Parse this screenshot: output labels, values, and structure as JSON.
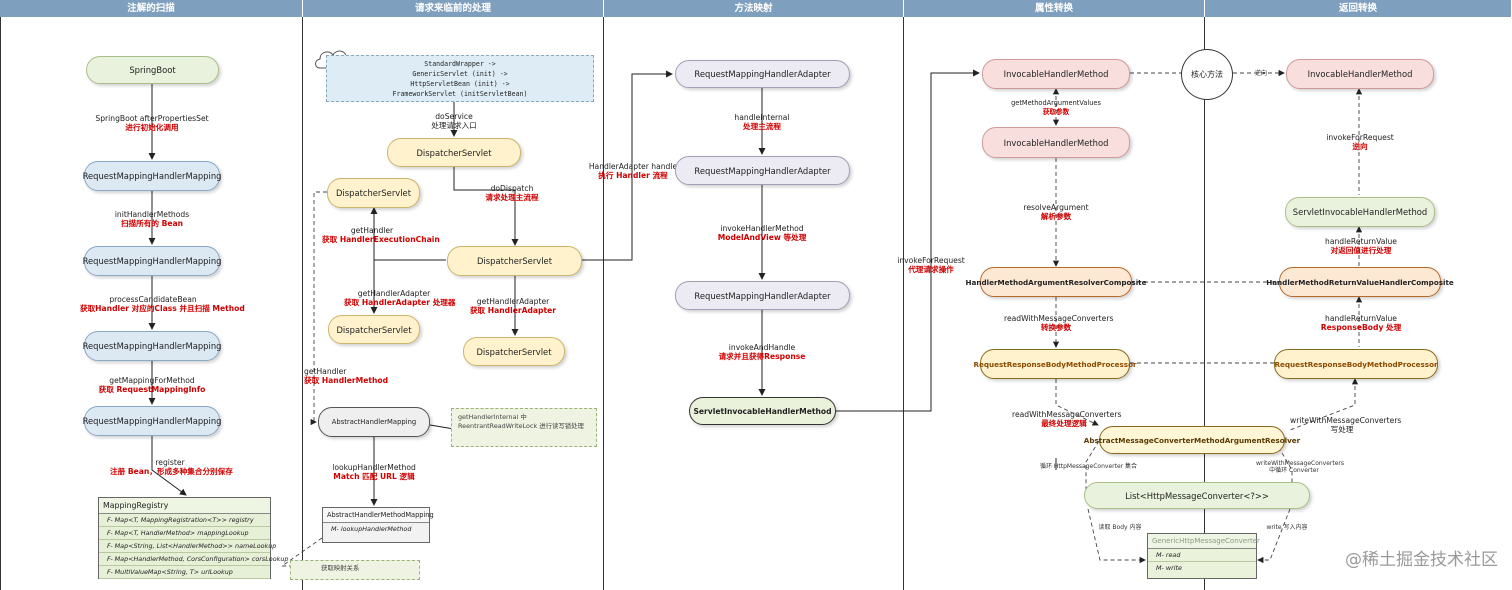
{
  "lanes": [
    "注解的扫描",
    "请求来临前的处理",
    "方法映射",
    "属性转换",
    "返回转换"
  ],
  "lane1": {
    "n_springboot": "SpringBoot",
    "l1a": "SpringBoot afterPropertiesSet",
    "l1b": "进行初始化调用",
    "n_rmhm1": "RequestMappingHandlerMapping",
    "l2a": "initHandlerMethods",
    "l2b": "扫描所有的 Bean",
    "n_rmhm2": "RequestMappingHandlerMapping",
    "l3a": "processCandidateBean",
    "l3b": "获取Handler 对应的Class 并且扫描 Method",
    "n_rmhm3": "RequestMappingHandlerMapping",
    "l4a": "getMappingForMethod",
    "l4b": "获取 RequestMappingInfo",
    "n_rmhm4": "RequestMappingHandlerMapping",
    "l5a": "register",
    "l5b": "注册 Bean，形成多种集合分别保存",
    "registry_title": "MappingRegistry",
    "registry_rows": [
      "F- Map<T, MappingRegistration<T>> registry",
      "F- Map<T, HandlerMethod> mappingLookup",
      "F- Map<String, List<HandlerMethod>> nameLookup",
      "F- Map<HandlerMethod, CorsConfiguration> corsLookup",
      "F- MultiValueMap<String, T> urlLookup"
    ]
  },
  "lane2": {
    "code": [
      "StandardWrapper ->",
      "GenericServlet (init) ->",
      "HttpServletBean (init) ->",
      "FrameworkServlet (initServletBean)"
    ],
    "l_doservice_a": "doService",
    "l_doservice_b": "处理请求入口",
    "n_ds_top": "DispatcherServlet",
    "n_ds_left": "DispatcherServlet",
    "l_dodispatch_a": "doDispatch",
    "l_dodispatch_b": "请求处理主流程",
    "l_gethandler_a": "getHandler",
    "l_gethandler_b": "获取 HandlerExecutionChain",
    "n_ds_mid": "DispatcherServlet",
    "l_gha_a": "getHandlerAdapter",
    "l_gha_b": "获取 HandlerAdapter 处理器",
    "l_gha2_a": "getHandlerAdapter",
    "l_gha2_b": "获取 HandlerAdapter",
    "n_ds_bl": "DispatcherServlet",
    "n_ds_br": "DispatcherServlet",
    "l_gh2_a": "getHandler",
    "l_gh2_b": "获取 HandlerMethod",
    "n_ahm": "AbstractHandlerMapping",
    "note": "getHandlerInternal 中 ReentrantReadWriteLock 进行读写锁处理",
    "l_lookup_a": "lookupHandlerMethod",
    "l_lookup_b": "Match 匹配 URL 逻辑",
    "ahmm_title": "AbstractHandlerMethodMapping",
    "ahmm_row": "M- lookupHandlerMethod",
    "note2": "获取映射关系"
  },
  "lane3": {
    "l_adapter_a": "HandlerAdapter handle",
    "l_adapter_b": "执行 Handler 流程",
    "n_rmha1": "RequestMappingHandlerAdapter",
    "l_hi_a": "handleInternal",
    "l_hi_b": "处理主流程",
    "n_rmha2": "RequestMappingHandlerAdapter",
    "l_ihm_a": "invokeHandlerMethod",
    "l_ihm_b": "ModelAndView 等处理",
    "n_rmha3": "RequestMappingHandlerAdapter",
    "l_iah_a": "invokeAndHandle",
    "l_iah_b": "请求并且获得Response",
    "n_sihm": "ServletInvocableHandlerMethod"
  },
  "lane4": {
    "l_ifr_a": "invokeForRequest",
    "l_ifr_b": "代理请求操作",
    "n_ihm1": "InvocableHandlerMethod",
    "l_gmav_a": "getMethodArgumentValues",
    "l_gmav_b": "获取参数",
    "n_ihm2": "InvocableHandlerMethod",
    "l_ra_a": "resolveArgument",
    "l_ra_b": "解析参数",
    "n_hmarc": "HandlerMethodArgumentResolverComposite",
    "l_rwmc_a": "readWithMessageConverters",
    "l_rwmc_b": "转换参数",
    "n_rrbmp_l": "RequestResponseBodyMethodProcessor",
    "l_rwmc2_a": "readWithMessageConverters",
    "l_rwmc2_b": "最终处理逻辑",
    "n_amcmar": "AbstractMessageConverterMethodArgumentResolver",
    "t_loop": "循环 HttpMessageConverter 集合",
    "n_list": "List<HttpMessageConverter<?>>",
    "t_readbody": "读取 Body 内容",
    "ghmc_title": "GenericHttpMessageConverter",
    "ghmc_rows": [
      "M- read",
      "M- write"
    ]
  },
  "lane5": {
    "circle": "核心方法",
    "t_reverse": "逆向",
    "n_ihm3": "InvocableHandlerMethod",
    "l_ifr2_a": "invokeForRequest",
    "l_ifr2_b": "逆向",
    "n_sihm2": "ServletInvocableHandlerMethod",
    "l_hrv_a": "handleReturnValue",
    "l_hrv_b": "对返回值进行处理",
    "n_hmrvhc": "HandlerMethodReturnValueHandlerComposite",
    "l_hrv2_a": "handleReturnValue",
    "l_hrv2_b": "ResponseBody 处理",
    "n_rrbmp_r": "RequestResponseBodyMethodProcessor",
    "l_wmc_a": "writeWithMessageConverters",
    "l_wmc_b": "写处理",
    "t_wmc2": "writeWithMessageConverters\n中循环 Converter",
    "t_write": "write 写入内容"
  },
  "watermark": "@稀土掘金技术社区"
}
